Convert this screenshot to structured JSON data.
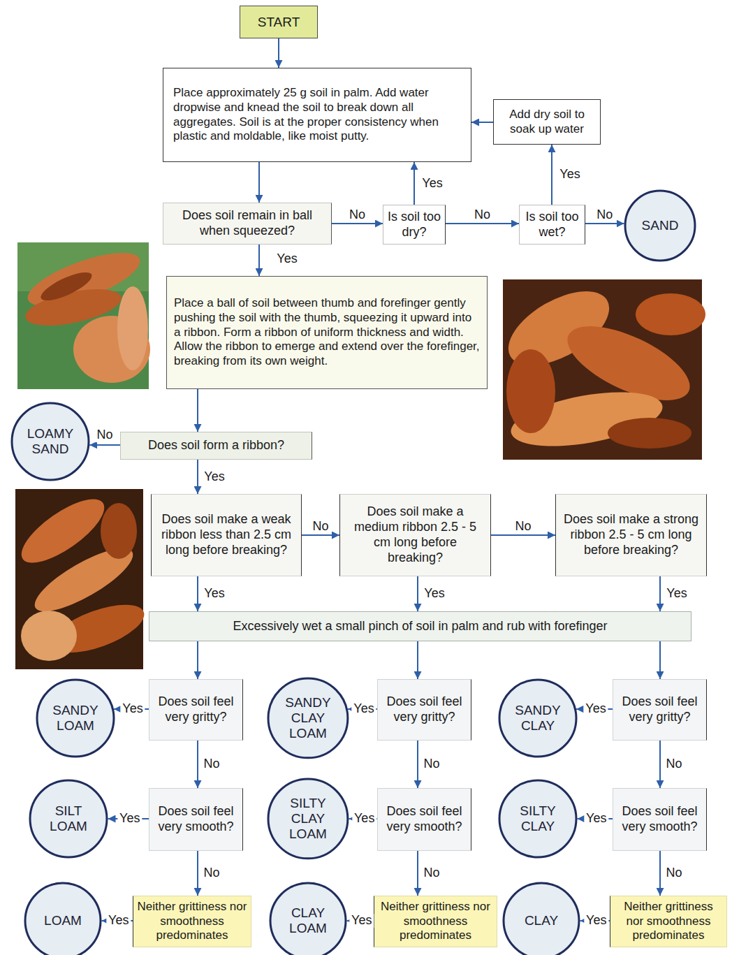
{
  "diagram": {
    "nodes": [
      {
        "text": [
          "START"
        ]
      },
      {
        "text": [
          "Place approximately 25 g soil in palm. Add water dropwise and knead the soil to break down all aggregates. Soil is at the proper consistency when plastic and moldable, like moist putty."
        ]
      },
      {
        "text": [
          "Add dry soil to soak up water"
        ]
      },
      {
        "text": [
          "Does soil remain in ball when squeezed?"
        ]
      },
      {
        "text": [
          "Is soil too dry?"
        ]
      },
      {
        "text": [
          "Is soil too wet?"
        ]
      },
      {
        "text": [
          "SAND"
        ]
      },
      {
        "text": [
          "Place a ball of soil between thumb and forefinger gently pushing the soil with the thumb, squeezing it upward into a ribbon. Form a ribbon of uniform thickness and width. Allow the ribbon to emerge and extend over the forefinger, breaking from its own weight."
        ]
      },
      {
        "text": [
          "LOAMY SAND"
        ]
      },
      {
        "text": [
          "Does soil form a ribbon?"
        ]
      },
      {
        "text": [
          "Does soil make a weak ribbon less than 2.5 cm long before breaking?"
        ]
      },
      {
        "text": [
          "Does soil make a medium ribbon 2.5 - 5 cm long before breaking?"
        ]
      },
      {
        "text": [
          "Does soil make a strong ribbon 2.5 - 5 cm long before breaking?"
        ]
      },
      {
        "text": [
          "Excessively wet a small pinch of soil in palm and rub with forefinger"
        ]
      },
      {
        "text": [
          "SANDY LOAM"
        ]
      },
      {
        "text": [
          "Does soil feel very gritty?"
        ]
      },
      {
        "text": [
          "SANDY CLAY LOAM"
        ]
      },
      {
        "text": [
          "Does soil feel very gritty?"
        ]
      },
      {
        "text": [
          "SANDY CLAY"
        ]
      },
      {
        "text": [
          "Does soil feel very gritty?"
        ]
      },
      {
        "text": [
          "SILT LOAM"
        ]
      },
      {
        "text": [
          "Does soil feel very smooth?"
        ]
      },
      {
        "text": [
          "SILTY CLAY LOAM"
        ]
      },
      {
        "text": [
          "Does soil feel very smooth?"
        ]
      },
      {
        "text": [
          "SILTY CLAY"
        ]
      },
      {
        "text": [
          "Does soil feel very smooth?"
        ]
      },
      {
        "text": [
          "LOAM"
        ]
      },
      {
        "text": [
          "Neither grittiness nor smoothness predominates"
        ]
      },
      {
        "text": [
          "CLAY LOAM"
        ]
      },
      {
        "text": [
          "Neither grittiness nor smoothness predominates"
        ]
      },
      {
        "text": [
          "CLAY"
        ]
      },
      {
        "text": [
          "Neither grittiness nor smoothness predominates"
        ]
      }
    ],
    "edges": [
      {
        "from": 0,
        "to": 1,
        "arrow": "to"
      },
      {
        "from": 1,
        "to": 3,
        "arrow": "to"
      },
      {
        "from": 3,
        "to": 4,
        "label": "No",
        "arrow": "to"
      },
      {
        "from": 4,
        "to": 1,
        "label": "Yes",
        "arrow": "to"
      },
      {
        "from": 4,
        "to": 5,
        "label": "No",
        "arrow": "to"
      },
      {
        "from": 5,
        "to": 2,
        "label": "Yes",
        "arrow": "to"
      },
      {
        "from": 2,
        "to": 1,
        "arrow": "to"
      },
      {
        "from": 5,
        "to": 6,
        "label": "No",
        "arrow": "to"
      },
      {
        "from": 3,
        "to": 7,
        "label": "Yes",
        "arrow": "to"
      },
      {
        "from": 7,
        "to": 9,
        "arrow": "to"
      },
      {
        "from": 9,
        "to": 8,
        "label": "No",
        "arrow": "to"
      },
      {
        "from": 9,
        "to": 10,
        "label": "Yes",
        "arrow": "to"
      },
      {
        "from": 10,
        "to": 11,
        "label": "No",
        "arrow": "to"
      },
      {
        "from": 11,
        "to": 12,
        "label": "No",
        "arrow": "to"
      },
      {
        "from": 10,
        "to": 13,
        "label": "Yes",
        "arrow": "to"
      },
      {
        "from": 11,
        "to": 13,
        "label": "Yes",
        "arrow": "to"
      },
      {
        "from": 12,
        "to": 13,
        "label": "Yes",
        "arrow": "to"
      },
      {
        "from": 13,
        "to": 15,
        "arrow": "to"
      },
      {
        "from": 13,
        "to": 17,
        "arrow": "to"
      },
      {
        "from": 13,
        "to": 19,
        "arrow": "to"
      },
      {
        "from": 15,
        "to": 14,
        "label": "Yes",
        "arrow": "to"
      },
      {
        "from": 15,
        "to": 21,
        "label": "No",
        "arrow": "to"
      },
      {
        "from": 17,
        "to": 16,
        "label": "Yes",
        "arrow": "to"
      },
      {
        "from": 17,
        "to": 23,
        "label": "No",
        "arrow": "to"
      },
      {
        "from": 19,
        "to": 18,
        "label": "Yes",
        "arrow": "to"
      },
      {
        "from": 19,
        "to": 25,
        "label": "No",
        "arrow": "to"
      },
      {
        "from": 21,
        "to": 20,
        "label": "Yes",
        "arrow": "to"
      },
      {
        "from": 21,
        "to": 27,
        "label": "No",
        "arrow": "to"
      },
      {
        "from": 23,
        "to": 22,
        "label": "Yes",
        "arrow": "to"
      },
      {
        "from": 23,
        "to": 29,
        "label": "No",
        "arrow": "to"
      },
      {
        "from": 25,
        "to": 24,
        "label": "Yes",
        "arrow": "to"
      },
      {
        "from": 25,
        "to": 31,
        "label": "No",
        "arrow": "to"
      },
      {
        "from": 27,
        "to": 26,
        "label": "Yes",
        "arrow": "to"
      },
      {
        "from": 29,
        "to": 28,
        "label": "Yes",
        "arrow": "to"
      },
      {
        "from": 31,
        "to": 30,
        "label": "Yes",
        "arrow": "to"
      }
    ]
  }
}
